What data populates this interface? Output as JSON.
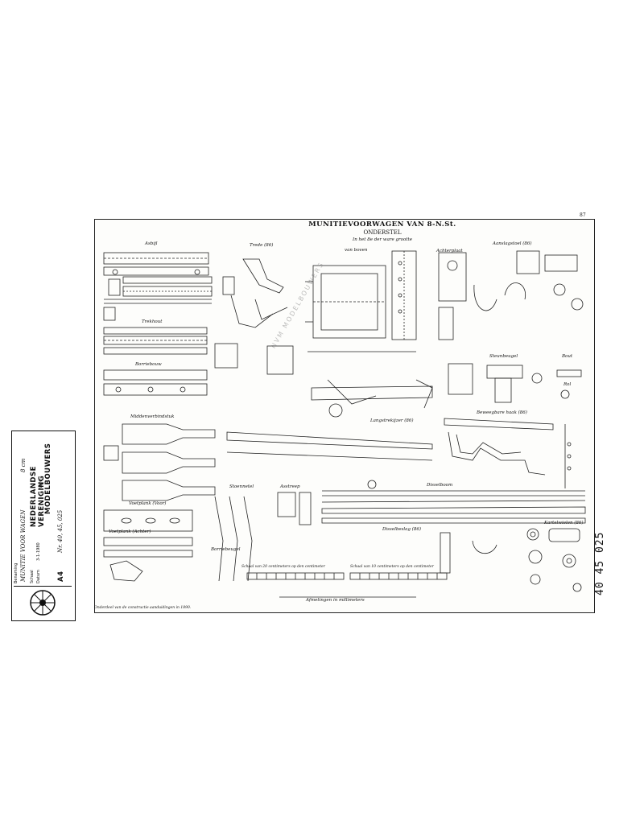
{
  "sheet": {
    "page_number": "87",
    "title": "MUNITIEVOORWAGEN VAN 8-N.St.",
    "subtitle": "ONDERSTEL",
    "scale_note": "In het 8e der ware grootte",
    "footer_note": "Onderdeel van de constructie aanduidingen in 1890.",
    "afmetingen": "Afmetingen in millimeters"
  },
  "labels": {
    "as": "Asbijl",
    "trede": "Trede (86)",
    "van_boven": "van boven",
    "achterplaat": "Achterplaat",
    "aanslagstoel": "Aanslagstoel (86)",
    "trekhout": "Trekhout",
    "borriebouw": "Borriebouw",
    "middenverbindstuk": "Middenverbindstuk",
    "steunbeugel": "Steunbeugel",
    "bewegbare_haak": "Beweegbare haak (86)",
    "langstrekijzer": "Langstrekijzer (86)",
    "stoennetel": "Stoennetel",
    "asstreep": "Asstreep",
    "disselboom": "Disselboom",
    "voetplank": "Voetplank (Voor)",
    "voetplank_achter": "Voetplank (Achter)",
    "schaal_20": "Schaal van 20 centimeters op den centimeter",
    "schaal_10": "Schaal van 10 centimeters op den centimeter",
    "kartelwielen": "Kartelwielen (86)",
    "borriebeugel": "Borriebeugel",
    "disselbeslag": "Disselbeslag (86)",
    "bout": "Bout",
    "rol": "Rol"
  },
  "stamp": {
    "header": "Benaming",
    "name_hand": "MUNITIE VOOR WAGEN",
    "scale_hand": "8 cm",
    "row_label": "Schaal",
    "date_label": "Datum",
    "date_value": "3-1-1980",
    "org_line1": "NEDERLANDSE VERENIGING",
    "org_line2": "VAN",
    "org_line3": "MODELBOUWERS",
    "size_code": "A4",
    "ref": "Nr. 40, 45, 025"
  },
  "side_code": "40  45  025",
  "watermark": "NVM MODELBOUWERS"
}
